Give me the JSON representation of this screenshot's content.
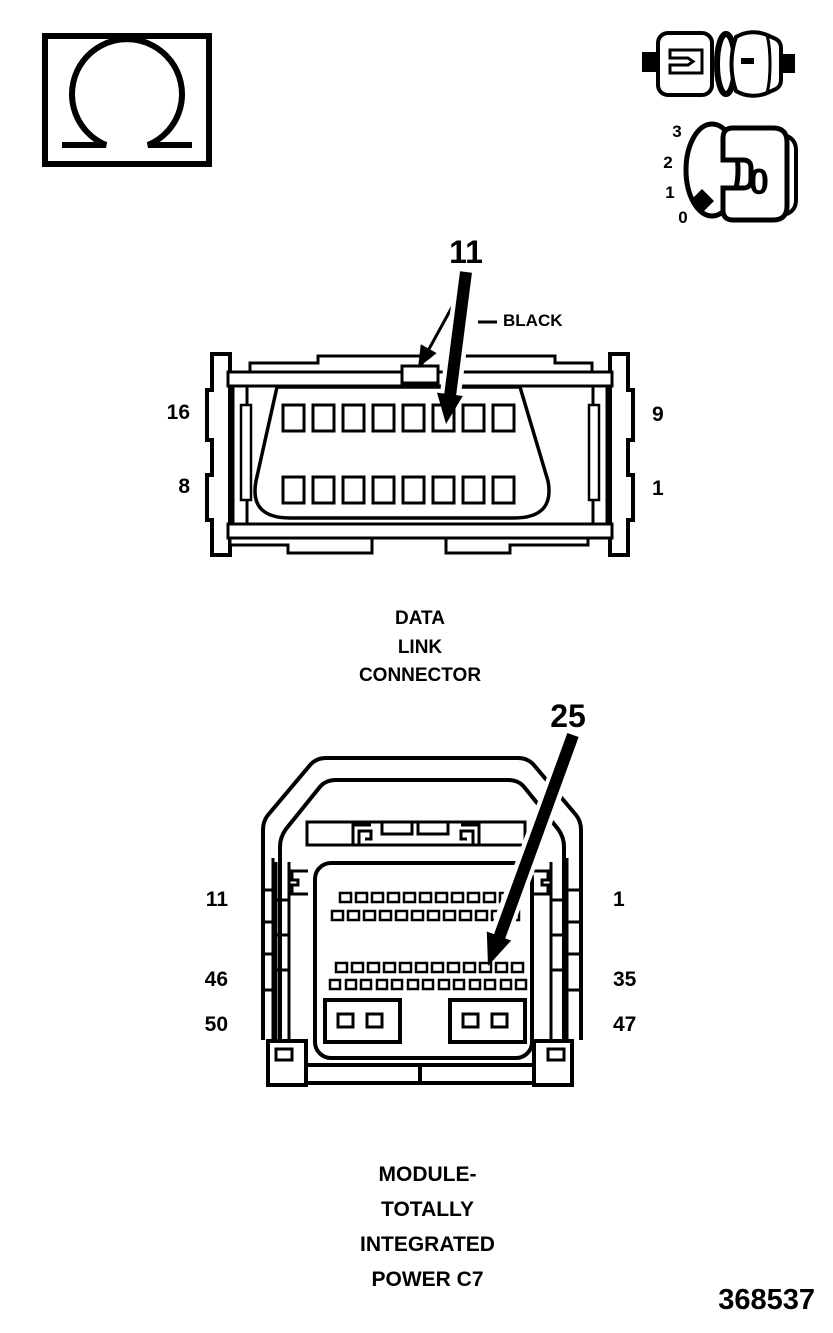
{
  "figure_number": "368537",
  "colors": {
    "ink": "#000000",
    "paper": "#ffffff"
  },
  "test_icons": {
    "ohmmeter": "ohmmeter-symbol",
    "connector_pair": "disconnected-connectors-symbol",
    "dial_scale": [
      "3",
      "2",
      "1",
      "0"
    ],
    "dial_face_value": "0"
  },
  "dlc": {
    "callout_pin": "11",
    "wire_color": "BLACK",
    "pins": {
      "top_left": "16",
      "top_right": "9",
      "bottom_left": "8",
      "bottom_right": "1"
    },
    "caption": [
      "DATA",
      "LINK",
      "CONNECTOR"
    ]
  },
  "tipm": {
    "callout_pin": "25",
    "pins": {
      "row1_left": "11",
      "row1_right": "1",
      "row3_left": "46",
      "row3_right": "35",
      "bottom_left": "50",
      "bottom_right": "47"
    },
    "caption": [
      "MODULE-",
      "TOTALLY",
      "INTEGRATED",
      "POWER C7"
    ]
  }
}
